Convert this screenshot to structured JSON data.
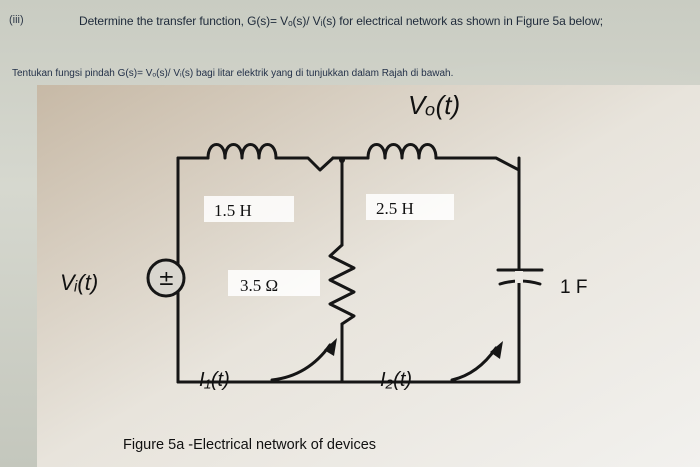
{
  "header": {
    "question_number": "(iii)",
    "question_text": "Determine the transfer function, G(s)= Vₒ(s)/ Vᵢ(s) for electrical network as shown in Figure 5a below;",
    "malay_text": "Tentukan fungsi pindah G(s)= Vₒ(s)/ Vᵢ(s) bagi litar elektrik yang di tunjukkan dalam Rajah di bawah."
  },
  "circuit": {
    "output_label": "Vₒ(t)",
    "input_label": "Vᵢ(t)",
    "source_symbol": "±",
    "inductor1_label": "1.5 H",
    "inductor2_label": "2.5 H",
    "resistor_label": "3.5 Ω",
    "capacitor_label": "1 F",
    "loop1_current_label": "I₁(t)",
    "loop2_current_label": "I₂(t)"
  },
  "caption": "Figure 5a -Electrical network of devices"
}
